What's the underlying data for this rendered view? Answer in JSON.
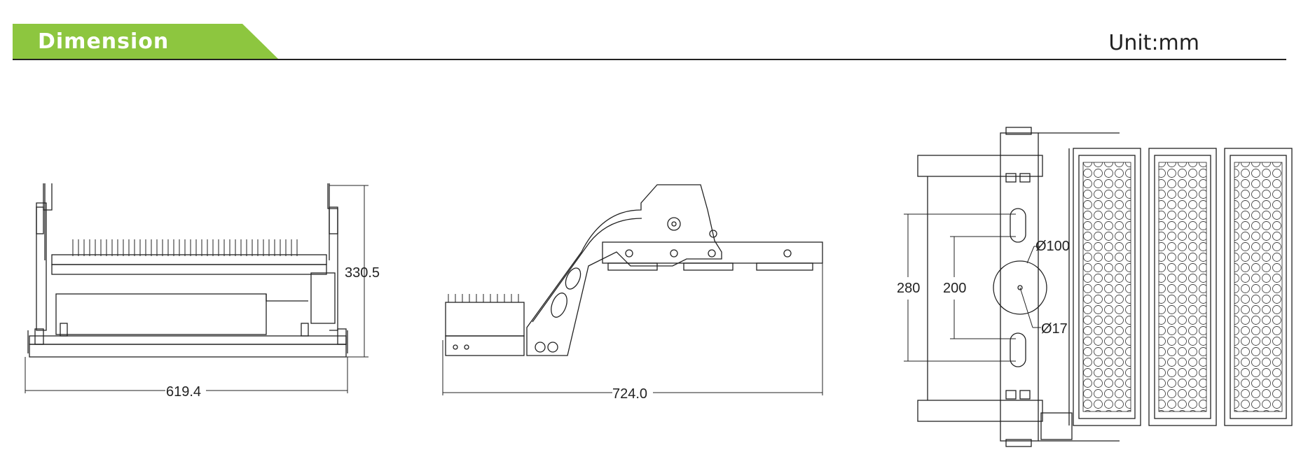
{
  "header": {
    "title": "Dimension",
    "unit": "Unit:mm",
    "accent_color": "#8dc63f"
  },
  "views": {
    "front": {
      "height_dim": "330.5",
      "width_dim": "619.4"
    },
    "side": {
      "width_dim": "724.0"
    },
    "top": {
      "outer_spacing_dim": "280",
      "inner_spacing_dim": "200",
      "large_diameter_dim": "Ø100",
      "small_diameter_dim": "Ø17"
    }
  }
}
